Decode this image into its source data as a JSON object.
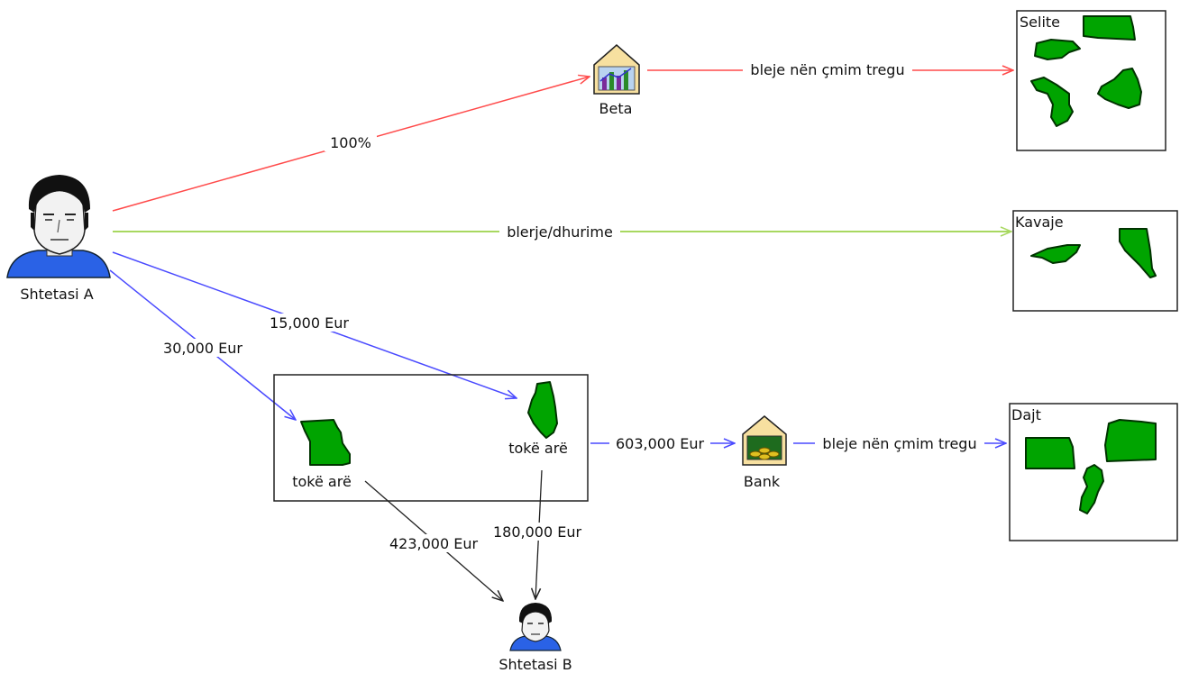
{
  "nodes": {
    "person_a": "Shtetasi A",
    "person_b": "Shtetasi B",
    "beta": "Beta",
    "bank": "Bank",
    "selite": "Selite",
    "kavaje": "Kavaje",
    "dajt": "Dajt",
    "land_left": "tokë arë",
    "land_right": "tokë arë"
  },
  "edges": {
    "a_to_beta": "100%",
    "beta_to_selite": "bleje nën çmim tregu",
    "a_to_kavaje": "blerje/dhurime",
    "a_to_land_right": "15,000 Eur",
    "a_to_land_left": "30,000 Eur",
    "land_to_bank": "603,000 Eur",
    "bank_to_dajt": "bleje nën çmim tregu",
    "land_left_to_b": "423,000 Eur",
    "land_right_to_b": "180,000 Eur"
  },
  "colors": {
    "red": "#ff4a4a",
    "green": "#a8d860",
    "blue": "#4a4aff",
    "black": "#222222",
    "land": "#00a400"
  }
}
